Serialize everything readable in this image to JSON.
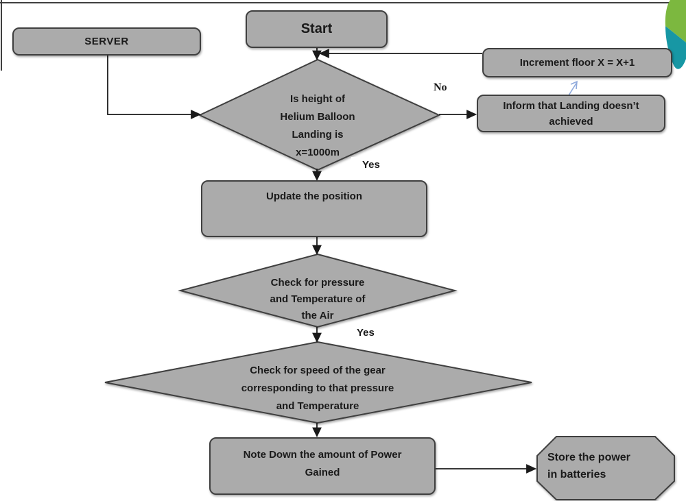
{
  "diagram": {
    "title_hint": "helium-balloon-landing-power-flowchart",
    "nodes": {
      "server": {
        "label": "SERVER"
      },
      "start": {
        "label": "Start"
      },
      "increment": {
        "label": "Increment floor X = X+1"
      },
      "inform": {
        "label": "Inform that Landing doesn’t\nachieved"
      },
      "decision_height": {
        "label": "Is height of\nHelium Balloon\nLanding is\nx=1000m"
      },
      "update": {
        "label": "Update the position"
      },
      "decision_pressure": {
        "label": "Check for pressure\nand Temperature of\nthe Air"
      },
      "decision_speed": {
        "label": "Check for speed of the gear\ncorresponding to that pressure\nand Temperature"
      },
      "note": {
        "label": "Note Down the amount of Power\nGained"
      },
      "store": {
        "label": "Store the power\nin batteries"
      }
    },
    "edge_labels": {
      "no_height": "No",
      "yes_height": "Yes",
      "yes_pressure": "Yes"
    },
    "edges": [
      {
        "from": "server",
        "to": "decision_height"
      },
      {
        "from": "start",
        "to": "decision_height"
      },
      {
        "from": "decision_height",
        "to": "inform",
        "label": "No"
      },
      {
        "from": "inform",
        "to": "increment"
      },
      {
        "from": "increment",
        "to": "decision_height"
      },
      {
        "from": "decision_height",
        "to": "update",
        "label": "Yes"
      },
      {
        "from": "update",
        "to": "decision_pressure"
      },
      {
        "from": "decision_pressure",
        "to": "decision_speed",
        "label": "Yes"
      },
      {
        "from": "decision_speed",
        "to": "note"
      },
      {
        "from": "note",
        "to": "store"
      }
    ],
    "colors": {
      "shape_fill": "#ababab",
      "shape_border": "#3f3f3f",
      "text": "#1a1a1a",
      "arrow": "#1a1a1a",
      "blue_arrow": "#8faadc",
      "leaf_green": "#7cb83f",
      "leaf_teal": "#1797a4"
    }
  }
}
